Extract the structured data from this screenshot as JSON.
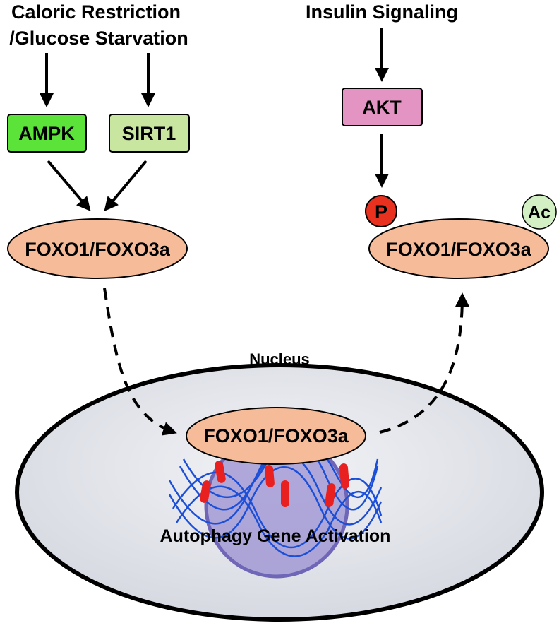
{
  "inputs": {
    "caloric_line1": "Caloric Restriction",
    "caloric_line2": "/Glucose Starvation",
    "insulin": "Insulin Signaling"
  },
  "kinases": {
    "ampk": "AMPK",
    "sirt1": "SIRT1",
    "akt": "AKT"
  },
  "foxo": {
    "cytoplasm_left": "FOXO1/FOXO3a",
    "cytoplasm_right": "FOXO1/FOXO3a",
    "nuclear": "FOXO1/FOXO3a"
  },
  "modifications": {
    "phospho": "P",
    "acetyl": "Ac"
  },
  "nucleus": {
    "title": "Nucleus",
    "gene_label": "Autophagy Gene Activation"
  },
  "colors": {
    "ampk": "#5be33a",
    "sirt1": "#c8e6a0",
    "akt": "#e394c2",
    "foxo": "#f6bb98",
    "phospho": "#e8321f",
    "acetyl": "#d3f0c4",
    "nucleus_fill": "#e8eaef",
    "chromatin": "#9a8fd0",
    "dna": "#1c4fd8",
    "binding_site": "#e8201f"
  }
}
